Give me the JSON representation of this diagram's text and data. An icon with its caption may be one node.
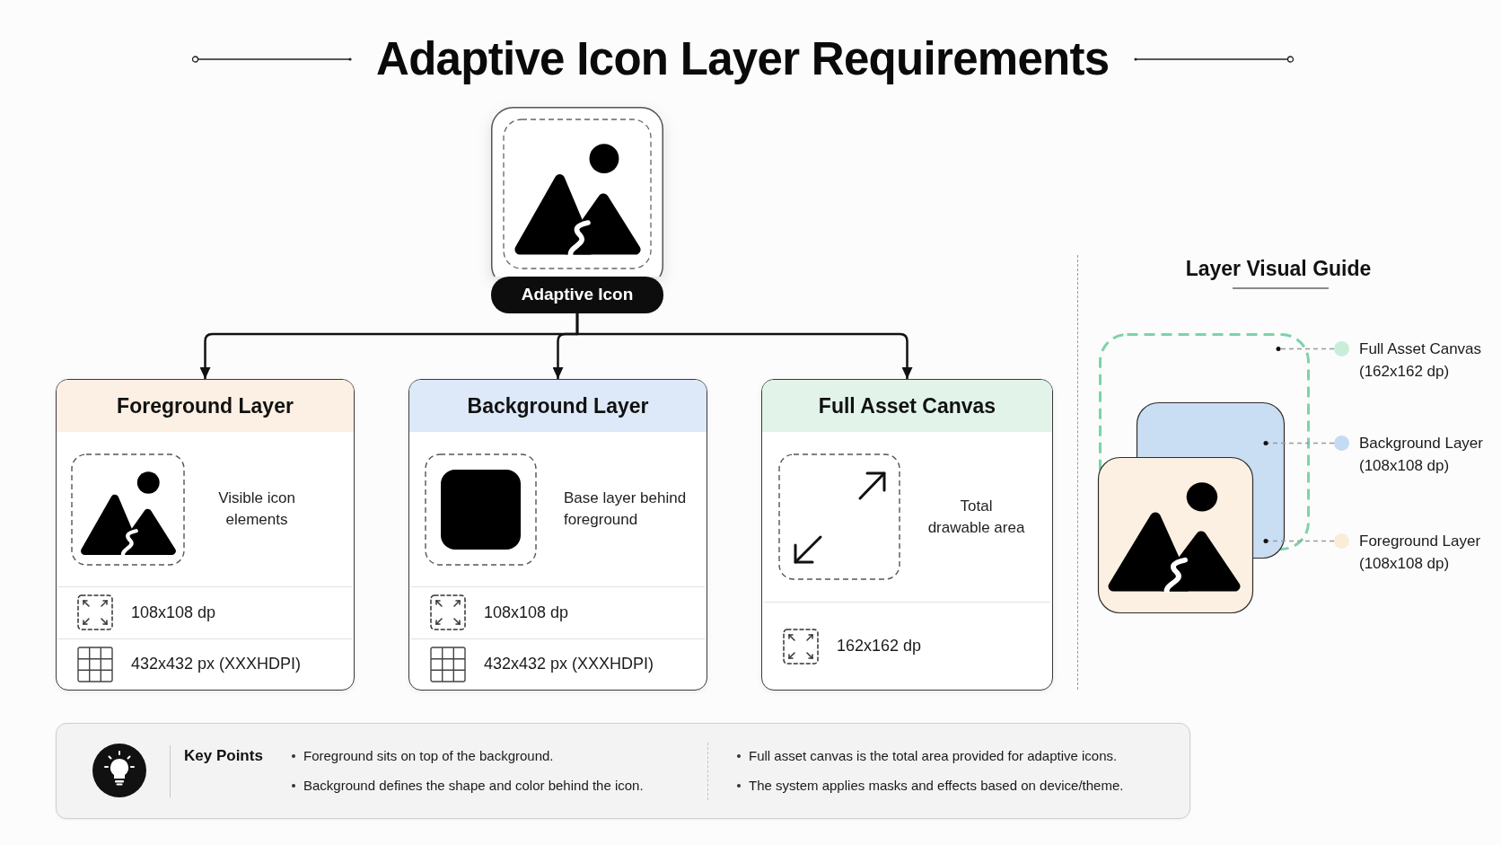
{
  "diagram": {
    "title": "Adaptive Icon Layer Requirements",
    "nodes": [
      {
        "text": [
          "Adaptive Icon"
        ]
      },
      {
        "text": [
          "Foreground Layer",
          "Visible icon elements",
          "108x108 dp",
          "432x432 px (XXXHDPI)"
        ]
      },
      {
        "text": [
          "Background Layer",
          "Base layer behind foreground",
          "108x108 dp",
          "432x432 px (XXXHDPI)"
        ]
      },
      {
        "text": [
          "Full Asset Canvas",
          "Total drawable area",
          "162x162 dp"
        ]
      },
      {
        "text": [
          "Full Asset Canvas",
          "(162x162 dp)"
        ]
      },
      {
        "text": [
          "Background Layer",
          "(108x108 dp)"
        ]
      },
      {
        "text": [
          "Foreground Layer",
          "(108x108 dp)"
        ]
      },
      {
        "text": [
          "Key Points",
          "Foreground sits on top of the background.",
          "Background defines the shape and color behind the icon.",
          "Full asset canvas is the total area provided for adaptive icons.",
          "The system applies masks and effects based on device/theme."
        ]
      }
    ],
    "edges": [
      {
        "from": 0,
        "to": 1,
        "arrow": "to"
      },
      {
        "from": 0,
        "to": 2,
        "arrow": "to"
      },
      {
        "from": 0,
        "to": 3,
        "arrow": "to"
      },
      {
        "from": 4,
        "to": null,
        "arrow": "other",
        "style": "dashed",
        "color": "#9a9a9a"
      },
      {
        "from": 5,
        "to": null,
        "arrow": "other",
        "style": "dashed",
        "color": "#9a9a9a"
      },
      {
        "from": 6,
        "to": null,
        "arrow": "other",
        "style": "dashed",
        "color": "#9a9a9a"
      }
    ],
    "labels": [
      "Layer Visual Guide"
    ]
  }
}
